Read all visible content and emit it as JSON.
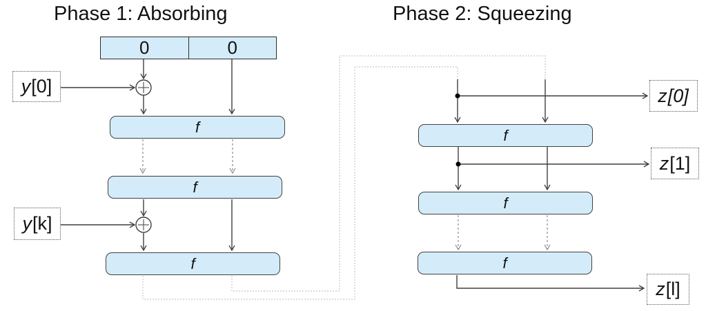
{
  "titles": {
    "phase1": "Phase 1: Absorbing",
    "phase2": "Phase 2: Squeezing"
  },
  "register": {
    "cell_left": "0",
    "cell_right": "0"
  },
  "functions": {
    "p1f1": "f",
    "p1f2": "f",
    "p1f3": "f",
    "p2f1": "f",
    "p2f2": "f",
    "p2f3": "f"
  },
  "io": {
    "y0": {
      "var": "y",
      "index": "[0]"
    },
    "yk": {
      "var": "y",
      "index": "[k]"
    },
    "z0": {
      "var": "z",
      "index": "[0]"
    },
    "z1": {
      "var": "z",
      "index": "[1]"
    },
    "zl": {
      "var": "z",
      "index": "[l]"
    }
  },
  "colors": {
    "box-fill": "#d4ecf9",
    "box-border": "#404040",
    "wire": "#3f3f3f",
    "wire-dashed": "#8c8c8c",
    "wire-loop": "#c8c8c8"
  }
}
